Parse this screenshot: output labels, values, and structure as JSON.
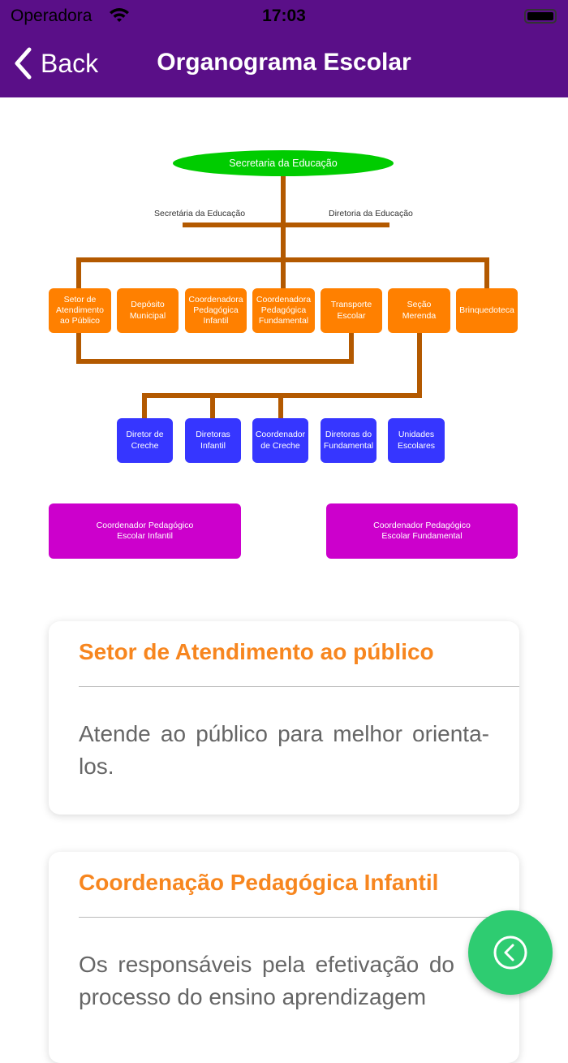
{
  "status_bar": {
    "carrier": "Operadora",
    "time": "17:03"
  },
  "nav": {
    "back_label": "Back",
    "title": "Organograma Escolar"
  },
  "org_chart": {
    "root": "Secretaria da Educação",
    "labels": [
      "Secretária da Educação",
      "Diretoria da Educação"
    ],
    "level1": [
      "Setor de Atendimento ao Público",
      "Depósito Municipal",
      "Coordenadora Pedagógica Infantil",
      "Coordenadora Pedagógica Fundamental",
      "Transporte Escolar",
      "Seção Merenda",
      "Brinquedoteca"
    ],
    "level2": [
      "Diretor de Creche",
      "Diretoras Infantil",
      "Coordenador de Creche",
      "Diretoras do Fundamental",
      "Unidades Escolares"
    ],
    "level3": [
      "Coordenador Pedagógico Escolar Infantil",
      "Coordenador Pedagógico Escolar Fundamental"
    ],
    "colors": {
      "root": "#00cc00",
      "level1": "#ff8000",
      "level2": "#3636ff",
      "level3": "#cc00cc",
      "connector": "#b35900"
    }
  },
  "cards": [
    {
      "title": "Setor de Atendimento ao público",
      "body": "Atende ao público para melhor orienta-los."
    },
    {
      "title": "Coordenação Pedagógica Infantil",
      "body": "Os responsáveis pela efetivação do processo do ensino aprendizagem"
    }
  ],
  "fab": {
    "icon": "chevron-left-circle-icon",
    "color": "#2ecc71"
  }
}
